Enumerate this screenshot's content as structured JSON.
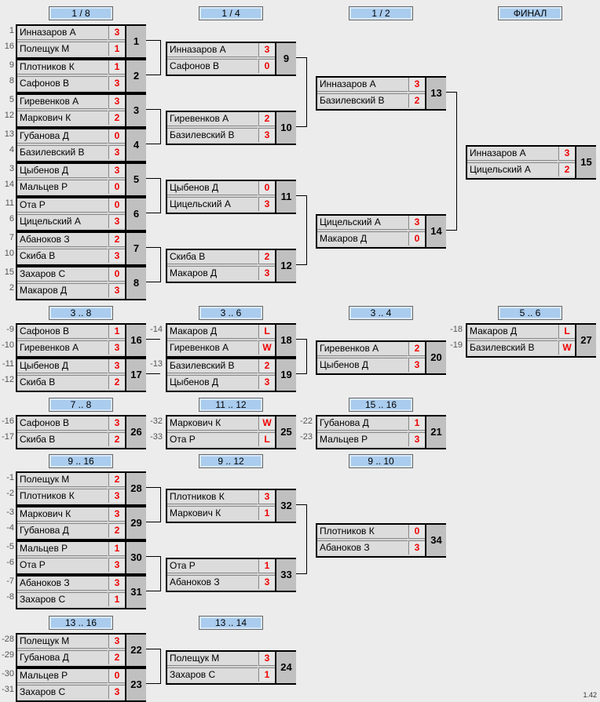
{
  "headers": {
    "h1": "1 / 8",
    "h2": "1 / 4",
    "h3": "1 / 2",
    "h4": "ФИНАЛ",
    "h5": "3 .. 8",
    "h6": "3 .. 6",
    "h7": "3 .. 4",
    "h8": "5 .. 6",
    "h9": "7 .. 8",
    "h10": "11 .. 12",
    "h11": "15 .. 16",
    "h12": "9 .. 16",
    "h13": "9 .. 12",
    "h14": "9 .. 10",
    "h15": "13 .. 16",
    "h16": "13 .. 14"
  },
  "matches": {
    "m1": {
      "num": "1",
      "p1": "Инназаров А",
      "s1": "3",
      "p2": "Полещук М",
      "s2": "1",
      "seed1": "1",
      "seed2": "16"
    },
    "m2": {
      "num": "2",
      "p1": "Плотников К",
      "s1": "1",
      "p2": "Сафонов В",
      "s2": "3",
      "seed1": "9",
      "seed2": "8"
    },
    "m3": {
      "num": "3",
      "p1": "Гиревенков А",
      "s1": "3",
      "p2": "Маркович К",
      "s2": "2",
      "seed1": "5",
      "seed2": "12"
    },
    "m4": {
      "num": "4",
      "p1": "Губанова Д",
      "s1": "0",
      "p2": "Базилевский В",
      "s2": "3",
      "seed1": "13",
      "seed2": "4"
    },
    "m5": {
      "num": "5",
      "p1": "Цыбенов Д",
      "s1": "3",
      "p2": "Мальцев Р",
      "s2": "0",
      "seed1": "3",
      "seed2": "14"
    },
    "m6": {
      "num": "6",
      "p1": "Ота Р",
      "s1": "0",
      "p2": "Цицельский А",
      "s2": "3",
      "seed1": "11",
      "seed2": "6"
    },
    "m7": {
      "num": "7",
      "p1": "Абаноков З",
      "s1": "2",
      "p2": "Скиба В",
      "s2": "3",
      "seed1": "7",
      "seed2": "10"
    },
    "m8": {
      "num": "8",
      "p1": "Захаров С",
      "s1": "0",
      "p2": "Макаров Д",
      "s2": "3",
      "seed1": "15",
      "seed2": "2"
    },
    "m9": {
      "num": "9",
      "p1": "Инназаров А",
      "s1": "3",
      "p2": "Сафонов В",
      "s2": "0"
    },
    "m10": {
      "num": "10",
      "p1": "Гиревенков А",
      "s1": "2",
      "p2": "Базилевский В",
      "s2": "3"
    },
    "m11": {
      "num": "11",
      "p1": "Цыбенов Д",
      "s1": "0",
      "p2": "Цицельский А",
      "s2": "3"
    },
    "m12": {
      "num": "12",
      "p1": "Скиба В",
      "s1": "2",
      "p2": "Макаров Д",
      "s2": "3"
    },
    "m13": {
      "num": "13",
      "p1": "Инназаров А",
      "s1": "3",
      "p2": "Базилевский В",
      "s2": "2"
    },
    "m14": {
      "num": "14",
      "p1": "Цицельский А",
      "s1": "3",
      "p2": "Макаров Д",
      "s2": "0"
    },
    "m15": {
      "num": "15",
      "p1": "Инназаров А",
      "s1": "3",
      "p2": "Цицельский А",
      "s2": "2"
    },
    "m16": {
      "num": "16",
      "p1": "Сафонов В",
      "s1": "1",
      "p2": "Гиревенков А",
      "s2": "3",
      "seed1": "-9",
      "seed2": "-10"
    },
    "m17": {
      "num": "17",
      "p1": "Цыбенов Д",
      "s1": "3",
      "p2": "Скиба В",
      "s2": "2",
      "seed1": "-11",
      "seed2": "-12"
    },
    "m18": {
      "num": "18",
      "p1": "Макаров Д",
      "s1": "L",
      "p2": "Гиревенков А",
      "s2": "W",
      "seed1": "-14"
    },
    "m19": {
      "num": "19",
      "p1": "Базилевский В",
      "s1": "2",
      "p2": "Цыбенов Д",
      "s2": "3",
      "seed1": "-13"
    },
    "m20": {
      "num": "20",
      "p1": "Гиревенков А",
      "s1": "2",
      "p2": "Цыбенов Д",
      "s2": "3"
    },
    "m27": {
      "num": "27",
      "p1": "Макаров Д",
      "s1": "L",
      "p2": "Базилевский В",
      "s2": "W",
      "seed1": "-18",
      "seed2": "-19"
    },
    "m26": {
      "num": "26",
      "p1": "Сафонов В",
      "s1": "3",
      "p2": "Скиба В",
      "s2": "2",
      "seed1": "-16",
      "seed2": "-17"
    },
    "m25": {
      "num": "25",
      "p1": "Маркович К",
      "s1": "W",
      "p2": "Ота Р",
      "s2": "L",
      "seed1": "-32",
      "seed2": "-33"
    },
    "m21": {
      "num": "21",
      "p1": "Губанова Д",
      "s1": "1",
      "p2": "Мальцев Р",
      "s2": "3",
      "seed1": "-22",
      "seed2": "-23"
    },
    "m28": {
      "num": "28",
      "p1": "Полещук М",
      "s1": "2",
      "p2": "Плотников К",
      "s2": "3",
      "seed1": "-1",
      "seed2": "-2"
    },
    "m29": {
      "num": "29",
      "p1": "Маркович К",
      "s1": "3",
      "p2": "Губанова Д",
      "s2": "2",
      "seed1": "-3",
      "seed2": "-4"
    },
    "m30": {
      "num": "30",
      "p1": "Мальцев Р",
      "s1": "1",
      "p2": "Ота Р",
      "s2": "3",
      "seed1": "-5",
      "seed2": "-6"
    },
    "m31": {
      "num": "31",
      "p1": "Абаноков З",
      "s1": "3",
      "p2": "Захаров С",
      "s2": "1",
      "seed1": "-7",
      "seed2": "-8"
    },
    "m32": {
      "num": "32",
      "p1": "Плотников К",
      "s1": "3",
      "p2": "Маркович К",
      "s2": "1"
    },
    "m33": {
      "num": "33",
      "p1": "Ота Р",
      "s1": "1",
      "p2": "Абаноков З",
      "s2": "3"
    },
    "m34": {
      "num": "34",
      "p1": "Плотников К",
      "s1": "0",
      "p2": "Абаноков З",
      "s2": "3"
    },
    "m22": {
      "num": "22",
      "p1": "Полещук М",
      "s1": "3",
      "p2": "Губанова Д",
      "s2": "2",
      "seed1": "-28",
      "seed2": "-29"
    },
    "m23": {
      "num": "23",
      "p1": "Мальцев Р",
      "s1": "0",
      "p2": "Захаров С",
      "s2": "3",
      "seed1": "-30",
      "seed2": "-31"
    },
    "m24": {
      "num": "24",
      "p1": "Полещук М",
      "s1": "3",
      "p2": "Захаров С",
      "s2": "1"
    }
  },
  "version": "1.42"
}
